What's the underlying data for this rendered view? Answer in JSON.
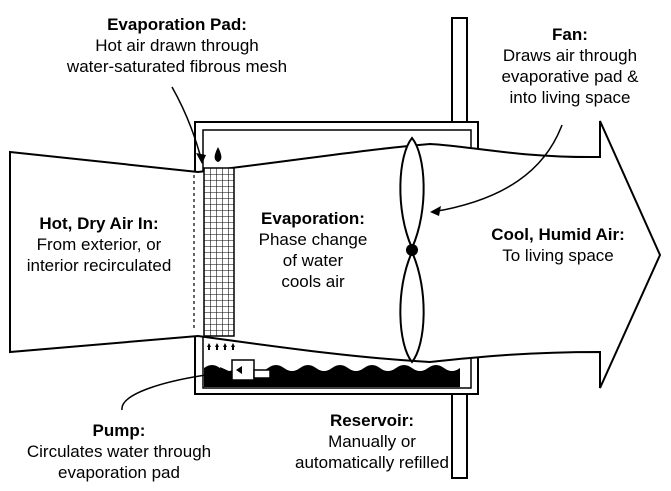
{
  "labels": {
    "evaporation_pad": {
      "title": "Evaporation Pad:",
      "desc": "Hot air drawn through\nwater-saturated fibrous mesh"
    },
    "fan": {
      "title": "Fan:",
      "desc": "Draws air through\nevaporative pad &\ninto living space"
    },
    "hot_air": {
      "title": "Hot, Dry Air In:",
      "desc": "From exterior, or\ninterior recirculated"
    },
    "evaporation": {
      "title": "Evaporation:",
      "desc": "Phase change\nof water\ncools air"
    },
    "cool_air": {
      "title": "Cool, Humid Air:",
      "desc": "To living space"
    },
    "pump": {
      "title": "Pump:",
      "desc": "Circulates water through\nevaporation pad"
    },
    "reservoir": {
      "title": "Reservoir:",
      "desc": "Manually or\nautomatically refilled"
    }
  },
  "colors": {
    "ink": "#000000",
    "paper": "#ffffff",
    "water": "#000000"
  }
}
